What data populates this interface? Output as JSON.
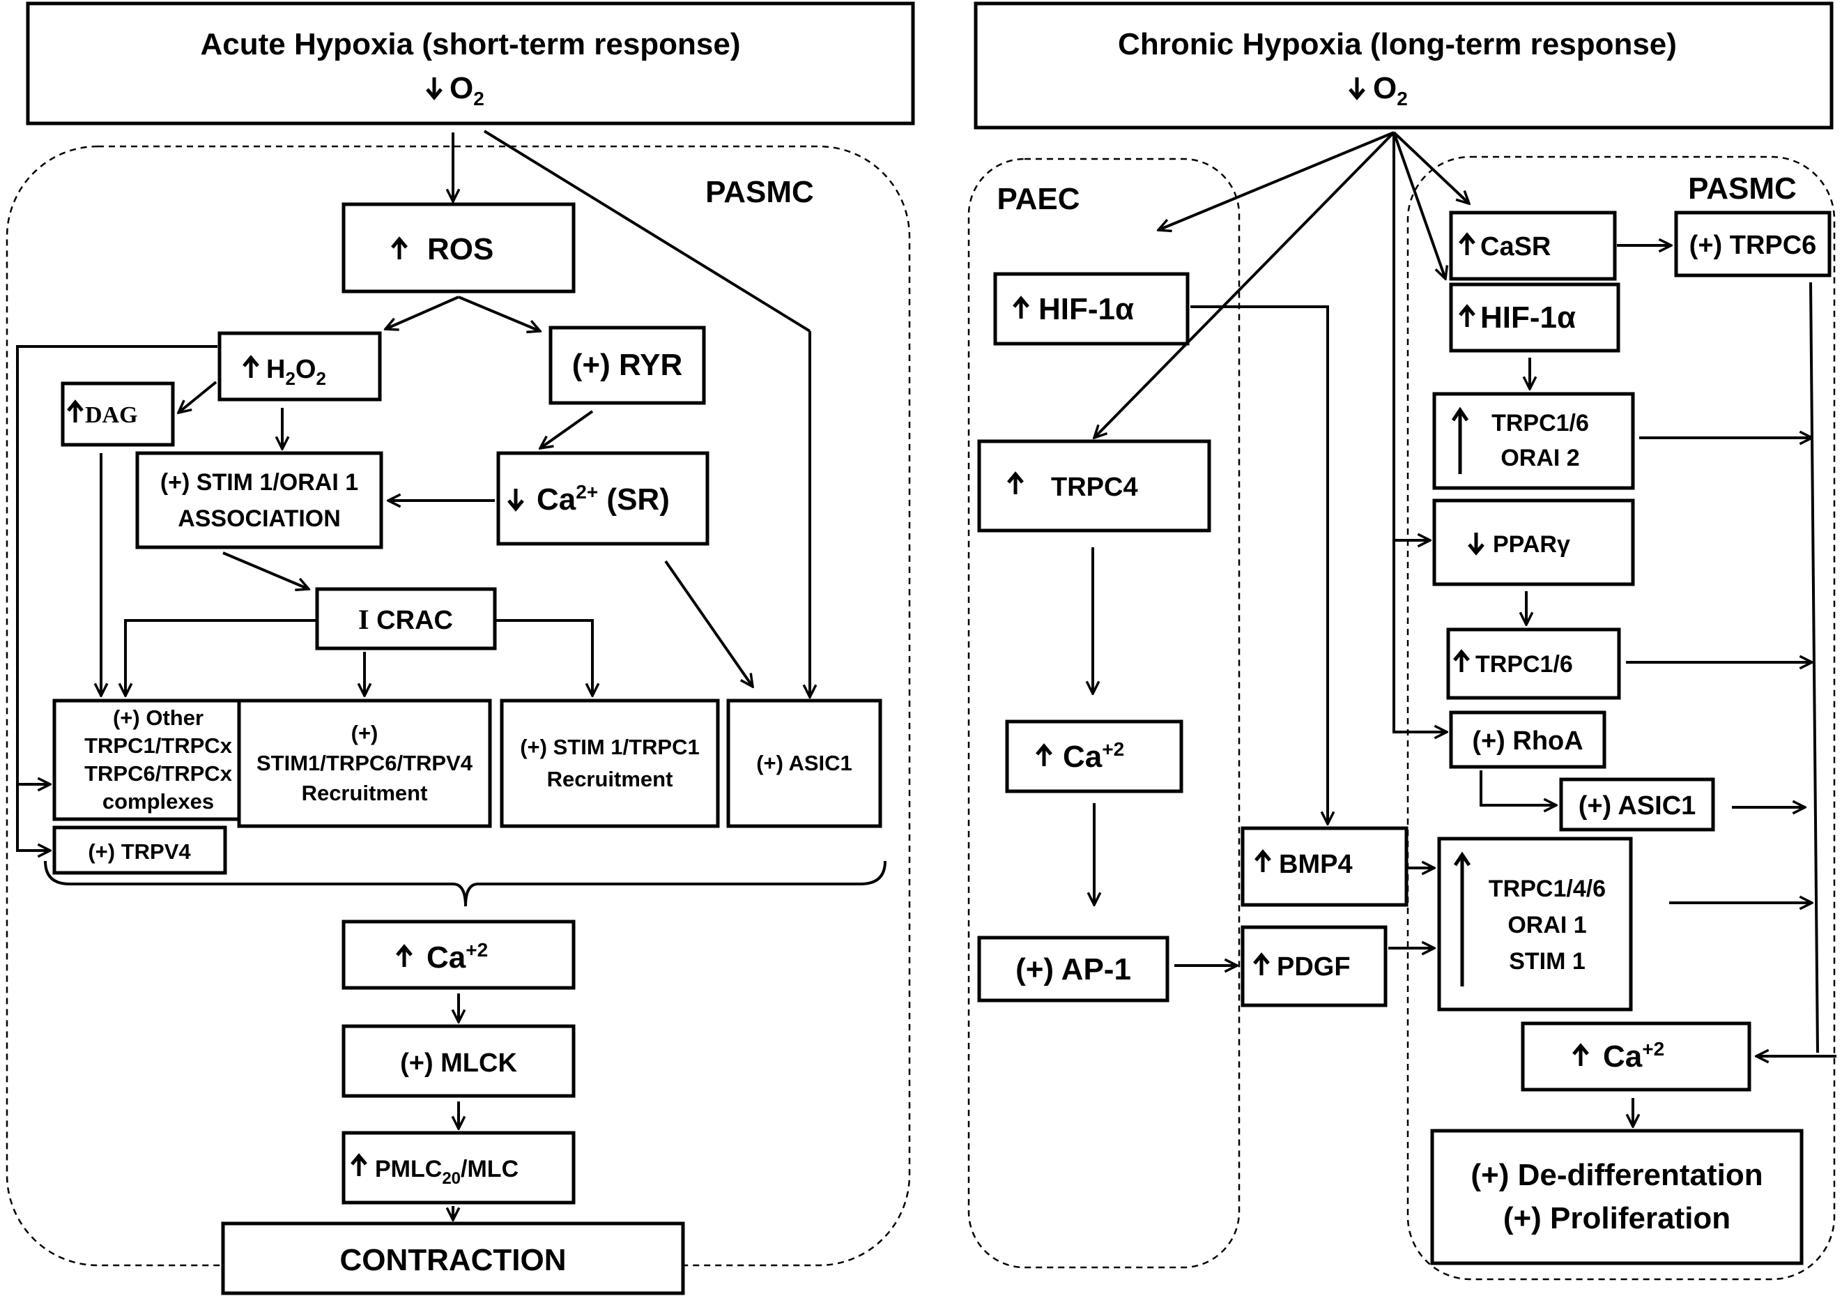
{
  "acute": {
    "title": "Acute Hypoxia (short-term response)",
    "o2": "O",
    "o2_sub": "2",
    "region_label": "PASMC",
    "ros": "ROS",
    "h2o2": {
      "a": "H",
      "s1": "2",
      "b": "O",
      "s2": "2"
    },
    "ryr": "(+) RYR",
    "dag": "DAG",
    "stim_orai": [
      "(+) STIM 1/ORAI 1",
      "ASSOCIATION"
    ],
    "ca_sr": {
      "a": "Ca",
      "sup": "2+",
      "b": " (SR)"
    },
    "icrac": {
      "i": "I",
      "rest": " CRAC"
    },
    "other_complexes": [
      "(+) Other",
      "TRPC1/TRPCx",
      "TRPC6/TRPCx",
      "complexes"
    ],
    "stim_trpc6": [
      "(+)",
      "STIM1/TRPC6/TRPV4",
      "Recruitment"
    ],
    "stim_trpc1": [
      "(+) STIM 1/TRPC1",
      "Recruitment"
    ],
    "asic1": "(+) ASIC1",
    "trpv4": "(+) TRPV4",
    "ca": {
      "a": "Ca",
      "sup": "+2"
    },
    "mlck": "(+) MLCK",
    "pmlc": {
      "a": "PMLC",
      "sub": "20",
      "b": "/MLC"
    },
    "contraction": "CONTRACTION"
  },
  "chronic": {
    "title": "Chronic Hypoxia (long-term response)",
    "o2": "O",
    "o2_sub": "2",
    "paec_label": "PAEC",
    "pasmc_label": "PASMC",
    "hif_paec": "HIF-1α",
    "trpc4": "TRPC4",
    "ca_paec": {
      "a": "Ca",
      "sup": "+2"
    },
    "ap1": "(+) AP-1",
    "bmp4": "BMP4",
    "pdgf": "PDGF",
    "casr": "CaSR",
    "trpc6": "(+) TRPC6",
    "hif_pasmc": "HIF-1α",
    "trpc16_orai2": [
      "TRPC1/6",
      "ORAI 2"
    ],
    "ppar": "PPARγ",
    "trpc16": "TRPC1/6",
    "rhoa": "(+) RhoA",
    "asic1": "(+) ASIC1",
    "trpc146": [
      "TRPC1/4/6",
      "ORAI 1",
      "STIM 1"
    ],
    "ca": {
      "a": "Ca",
      "sup": "+2"
    },
    "outcome": [
      "(+) De-differentation",
      "(+)  Proliferation"
    ]
  },
  "icons": {
    "up": "up-arrow-icon",
    "down": "down-arrow-icon"
  }
}
